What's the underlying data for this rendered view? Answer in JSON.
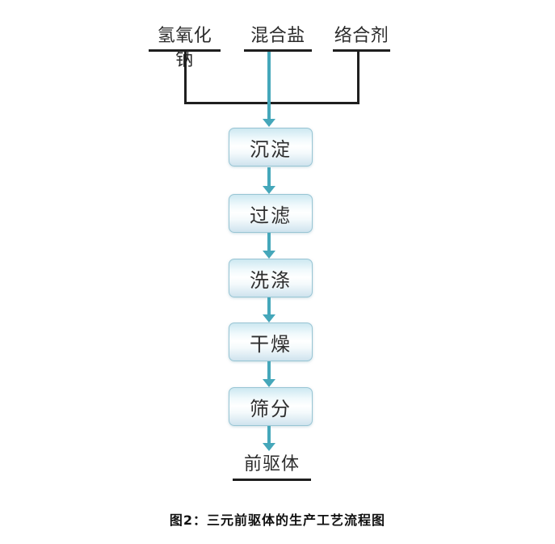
{
  "diagram": {
    "inputs": [
      {
        "label": "氢氧化钠"
      },
      {
        "label": "混合盐"
      },
      {
        "label": "络合剂"
      }
    ],
    "steps": [
      {
        "label": "沉淀"
      },
      {
        "label": "过滤"
      },
      {
        "label": "洗涤"
      },
      {
        "label": "干燥"
      },
      {
        "label": "筛分"
      }
    ],
    "output": {
      "label": "前驱体"
    },
    "caption": "图2：三元前驱体的生产工艺流程图",
    "colors": {
      "arrow": "#45a7ba",
      "line": "#1f1f1f",
      "box_border": "#98c5d4",
      "box_top": "#cde8f1",
      "box_bottom": "#cfe3ee",
      "text": "#2b2b2b"
    }
  }
}
